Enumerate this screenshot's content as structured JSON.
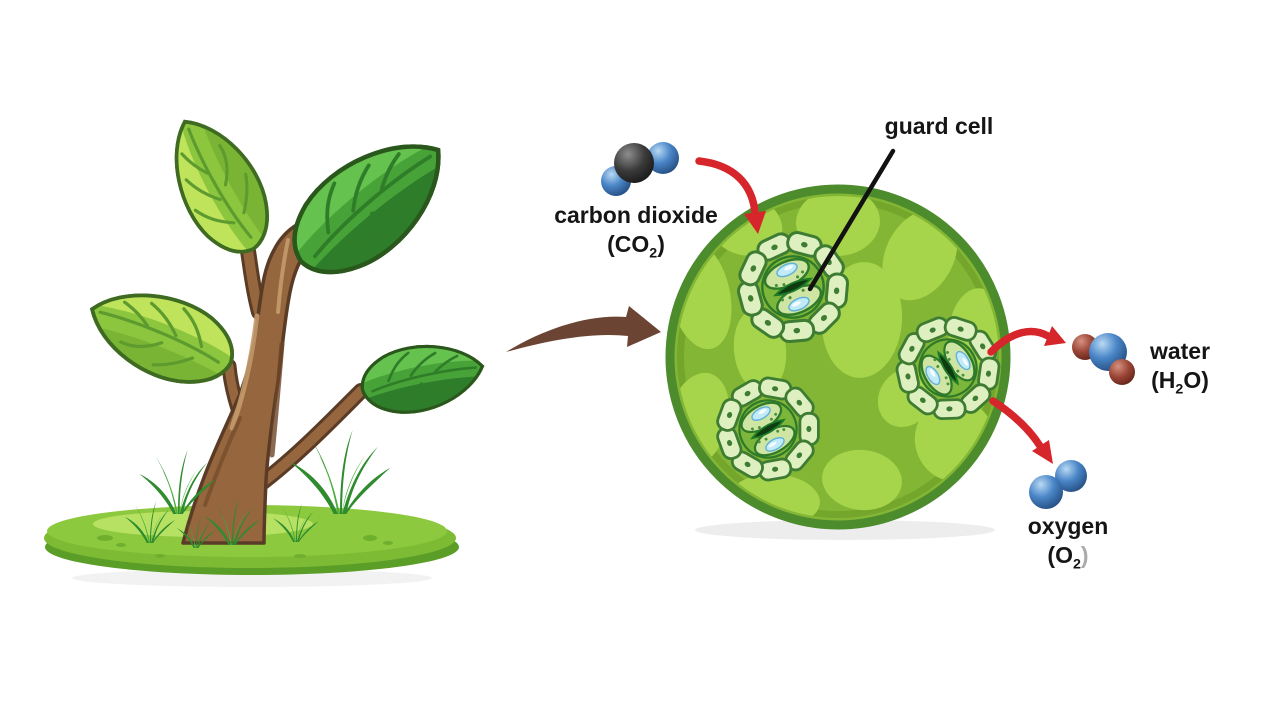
{
  "diagram": {
    "description": "Plant stomata gas exchange diagram (leaf surface magnified showing guard cells)"
  },
  "labels": {
    "guard_cell": "guard cell",
    "carbon_dioxide": {
      "name": "carbon dioxide",
      "formula_pre": "(CO",
      "formula_sub": "2",
      "formula_post": ")"
    },
    "water": {
      "name": "water",
      "formula_pre": "(H",
      "formula_sub": "2",
      "formula_post": "O)"
    },
    "oxygen": {
      "name": "oxygen",
      "formula_pre": "(O",
      "formula_sub": "2",
      "formula_post": ")"
    }
  },
  "colors": {
    "label-text": "#151515",
    "arrow-red": "#d6252b",
    "arrow-brown": "#6b4434",
    "pointer-line": "#121212",
    "circle-border": "#4c8c2c",
    "circle-base": "#82b634",
    "circle-cell": "#a6d44b",
    "stoma-cell-fill": "#dff0c0",
    "stoma-cell-stroke": "#3e7c33",
    "stoma-inner": "#7cb63a",
    "guard-fill": "#cfe5a4",
    "vacuole-fill": "#c2ebf9",
    "pore-outer": "#1d7a28",
    "pore-inner": "#0f3b10",
    "molecule-blue": "#3a74b8",
    "molecule-carbon": "#333333",
    "molecule-oxygen-red": "#8e3b2c",
    "oxygen-paren": "#ababab",
    "trunk-brown": "#96663e",
    "leaf-light-green": "#8cc63f",
    "leaf-dark-green": "#47a338",
    "grass-green": "#8dc93e",
    "grass-tuft-green": "#2e8b2e"
  }
}
